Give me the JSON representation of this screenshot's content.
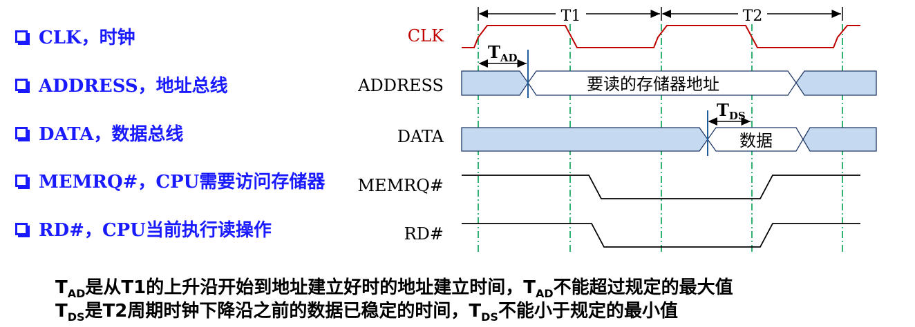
{
  "bullets": [
    {
      "text": "CLK，时钟"
    },
    {
      "text": "ADDRESS，地址总线"
    },
    {
      "text": "DATA，数据总线"
    },
    {
      "text": "MEMRQ#，CPU需要访问存储器"
    },
    {
      "text": "RD#，CPU当前执行读操作"
    }
  ],
  "signals": {
    "clk": "CLK",
    "address": "ADDRESS",
    "data": "DATA",
    "memrq": "MEMRQ#",
    "rd": "RD#"
  },
  "periods": {
    "t1": "T1",
    "t2": "T2"
  },
  "timing": {
    "tad_main": "T",
    "tad_sub": "AD",
    "tds_main": "T",
    "tds_sub": "DS"
  },
  "bus_text": {
    "address": "要读的存储器地址",
    "data": "数据"
  },
  "notes": {
    "line1": {
      "t": "T",
      "sub": "AD",
      "text_a": "是从T1的上升沿开始到地址建立好时的地址建立时间，",
      "t2": "T",
      "sub2": "AD",
      "text_b": "不能超过规定的最大值"
    },
    "line2": {
      "t": "T",
      "sub": "DS",
      "text_a": "是T2周期时钟下降沿之前的数据已稳定的时间，",
      "t2": "T",
      "sub2": "DS",
      "text_b": "不能小于规定的最小值"
    }
  },
  "colors": {
    "bullet": "#1a1aff",
    "clk": "#c00000",
    "bus_fill": "#c5d9f1",
    "guide": "#00a050",
    "marker": "#1f5c99"
  }
}
